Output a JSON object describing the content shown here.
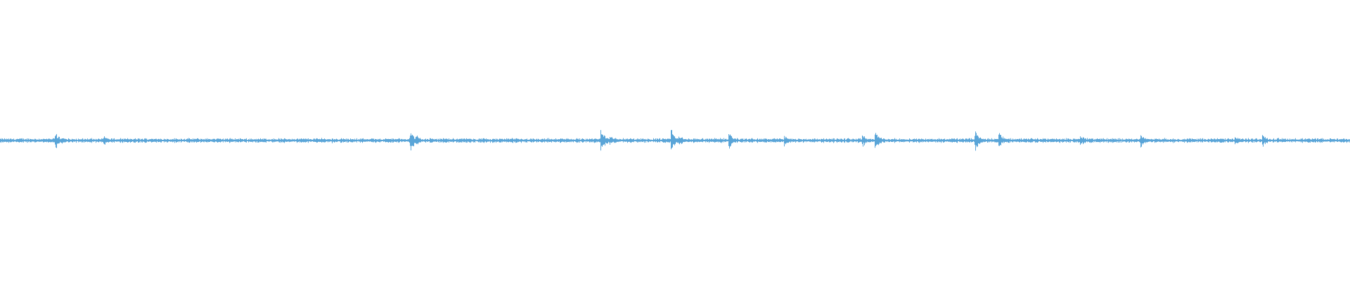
{
  "waveform": {
    "color": "#5aa5d8",
    "background": "#ffffff",
    "baseline_amplitude": 0.012,
    "bursts": [
      {
        "position": 0.041,
        "amplitude": 0.07
      },
      {
        "position": 0.045,
        "amplitude": 0.04
      },
      {
        "position": 0.077,
        "amplitude": 0.045
      },
      {
        "position": 0.112,
        "amplitude": 0.025
      },
      {
        "position": 0.238,
        "amplitude": 0.03
      },
      {
        "position": 0.246,
        "amplitude": 0.025
      },
      {
        "position": 0.28,
        "amplitude": 0.02
      },
      {
        "position": 0.304,
        "amplitude": 0.09
      },
      {
        "position": 0.308,
        "amplitude": 0.05
      },
      {
        "position": 0.345,
        "amplitude": 0.02
      },
      {
        "position": 0.445,
        "amplitude": 0.11
      },
      {
        "position": 0.452,
        "amplitude": 0.05
      },
      {
        "position": 0.497,
        "amplitude": 0.12
      },
      {
        "position": 0.503,
        "amplitude": 0.05
      },
      {
        "position": 0.54,
        "amplitude": 0.06
      },
      {
        "position": 0.581,
        "amplitude": 0.045
      },
      {
        "position": 0.639,
        "amplitude": 0.05
      },
      {
        "position": 0.648,
        "amplitude": 0.075
      },
      {
        "position": 0.722,
        "amplitude": 0.09
      },
      {
        "position": 0.74,
        "amplitude": 0.075
      },
      {
        "position": 0.8,
        "amplitude": 0.06
      },
      {
        "position": 0.845,
        "amplitude": 0.055
      },
      {
        "position": 0.915,
        "amplitude": 0.04
      },
      {
        "position": 0.935,
        "amplitude": 0.055
      },
      {
        "position": 0.985,
        "amplitude": 0.02
      }
    ]
  }
}
